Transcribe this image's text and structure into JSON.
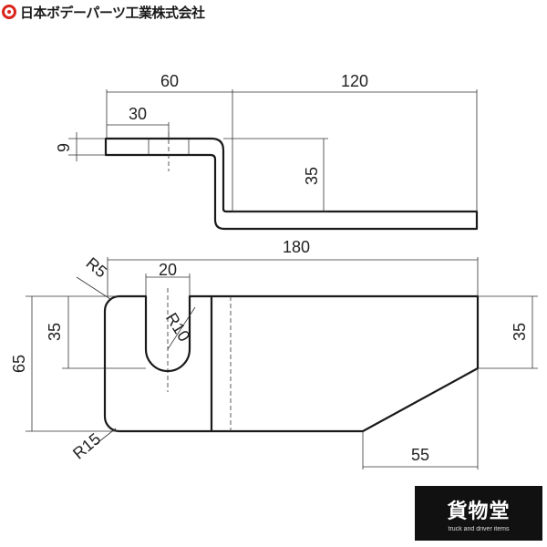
{
  "header": {
    "company_name": "日本ボデーパーツ工業株式会社",
    "logo_icon": "red-ring-logo",
    "brand_color": "#d9261c"
  },
  "drawing": {
    "side_view_dims": [
      "60",
      "120",
      "30",
      "9",
      "35"
    ],
    "top_view_dims": [
      "180",
      "20",
      "R5",
      "R10",
      "35",
      "65",
      "35",
      "R15",
      "55"
    ]
  },
  "badge": {
    "title": "貨物堂",
    "subtitle": "truck and driver items"
  }
}
